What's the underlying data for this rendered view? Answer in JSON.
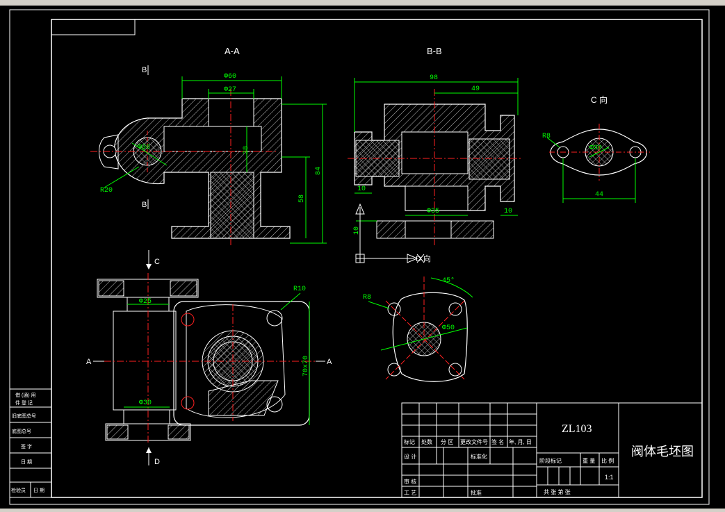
{
  "window": {
    "title": "阀体毛坯图"
  },
  "views": {
    "section_aa": "A-A",
    "section_bb": "B-B",
    "view_c": "C 向",
    "label_b_top": "B",
    "label_b_bottom": "B",
    "label_c_view": "C",
    "label_d_view": "D",
    "label_a_left": "A",
    "label_a_right": "A",
    "view_d_label": "D 向"
  },
  "dimensions": {
    "aa_phi60": "Φ60",
    "aa_phi27": "Φ27",
    "aa_phi36": "Φ36",
    "aa_r20": "R20",
    "aa_38": "38",
    "aa_58": "58",
    "aa_84": "84",
    "bb_98": "98",
    "bb_49": "49",
    "bb_10a": "10",
    "bb_phi35": "Φ35",
    "bb_10b": "10",
    "bb_10c": "10",
    "c_r8": "R8",
    "c_phi30": "Φ30",
    "c_44": "44",
    "plan_r10": "R10",
    "plan_phi25": "Φ25",
    "plan_phi30": "Φ30",
    "plan_70x70": "70x70",
    "d_r8": "R8",
    "d_45": "45°",
    "d_phi50": "Φ50"
  },
  "title_block": {
    "part_no": "ZL103",
    "drawing_name": "阀体毛坯图",
    "hdr_mark": "标记",
    "hdr_count": "处数",
    "hdr_zone": "分 区",
    "hdr_doc": "更改文件号",
    "hdr_sign": "签 名",
    "hdr_date": "年, 月, 日",
    "row_design": "设 计",
    "row_std": "标准化",
    "row_review": "审 核",
    "row_process": "工 艺",
    "row_approve": "批准",
    "stage_mark": "阶段标记",
    "weight": "重 量",
    "scale_lbl": "比 例",
    "scale_val": "1:1",
    "sheets": "共   张   第   张"
  },
  "side_table": {
    "r1": "借 (通) 用",
    "r2": "件 登 记",
    "r3": "旧底图总号",
    "r4": "底图总号",
    "r5": "签 字",
    "r6": "日 期",
    "r7a": "检验员",
    "r7b": "日 期"
  },
  "colors": {
    "background": "#000000",
    "outline": "#ffffff",
    "dimension": "#00ff00",
    "centerline": "#ff2020",
    "hatch": "#c0c0c0",
    "text": "#ffffff"
  }
}
